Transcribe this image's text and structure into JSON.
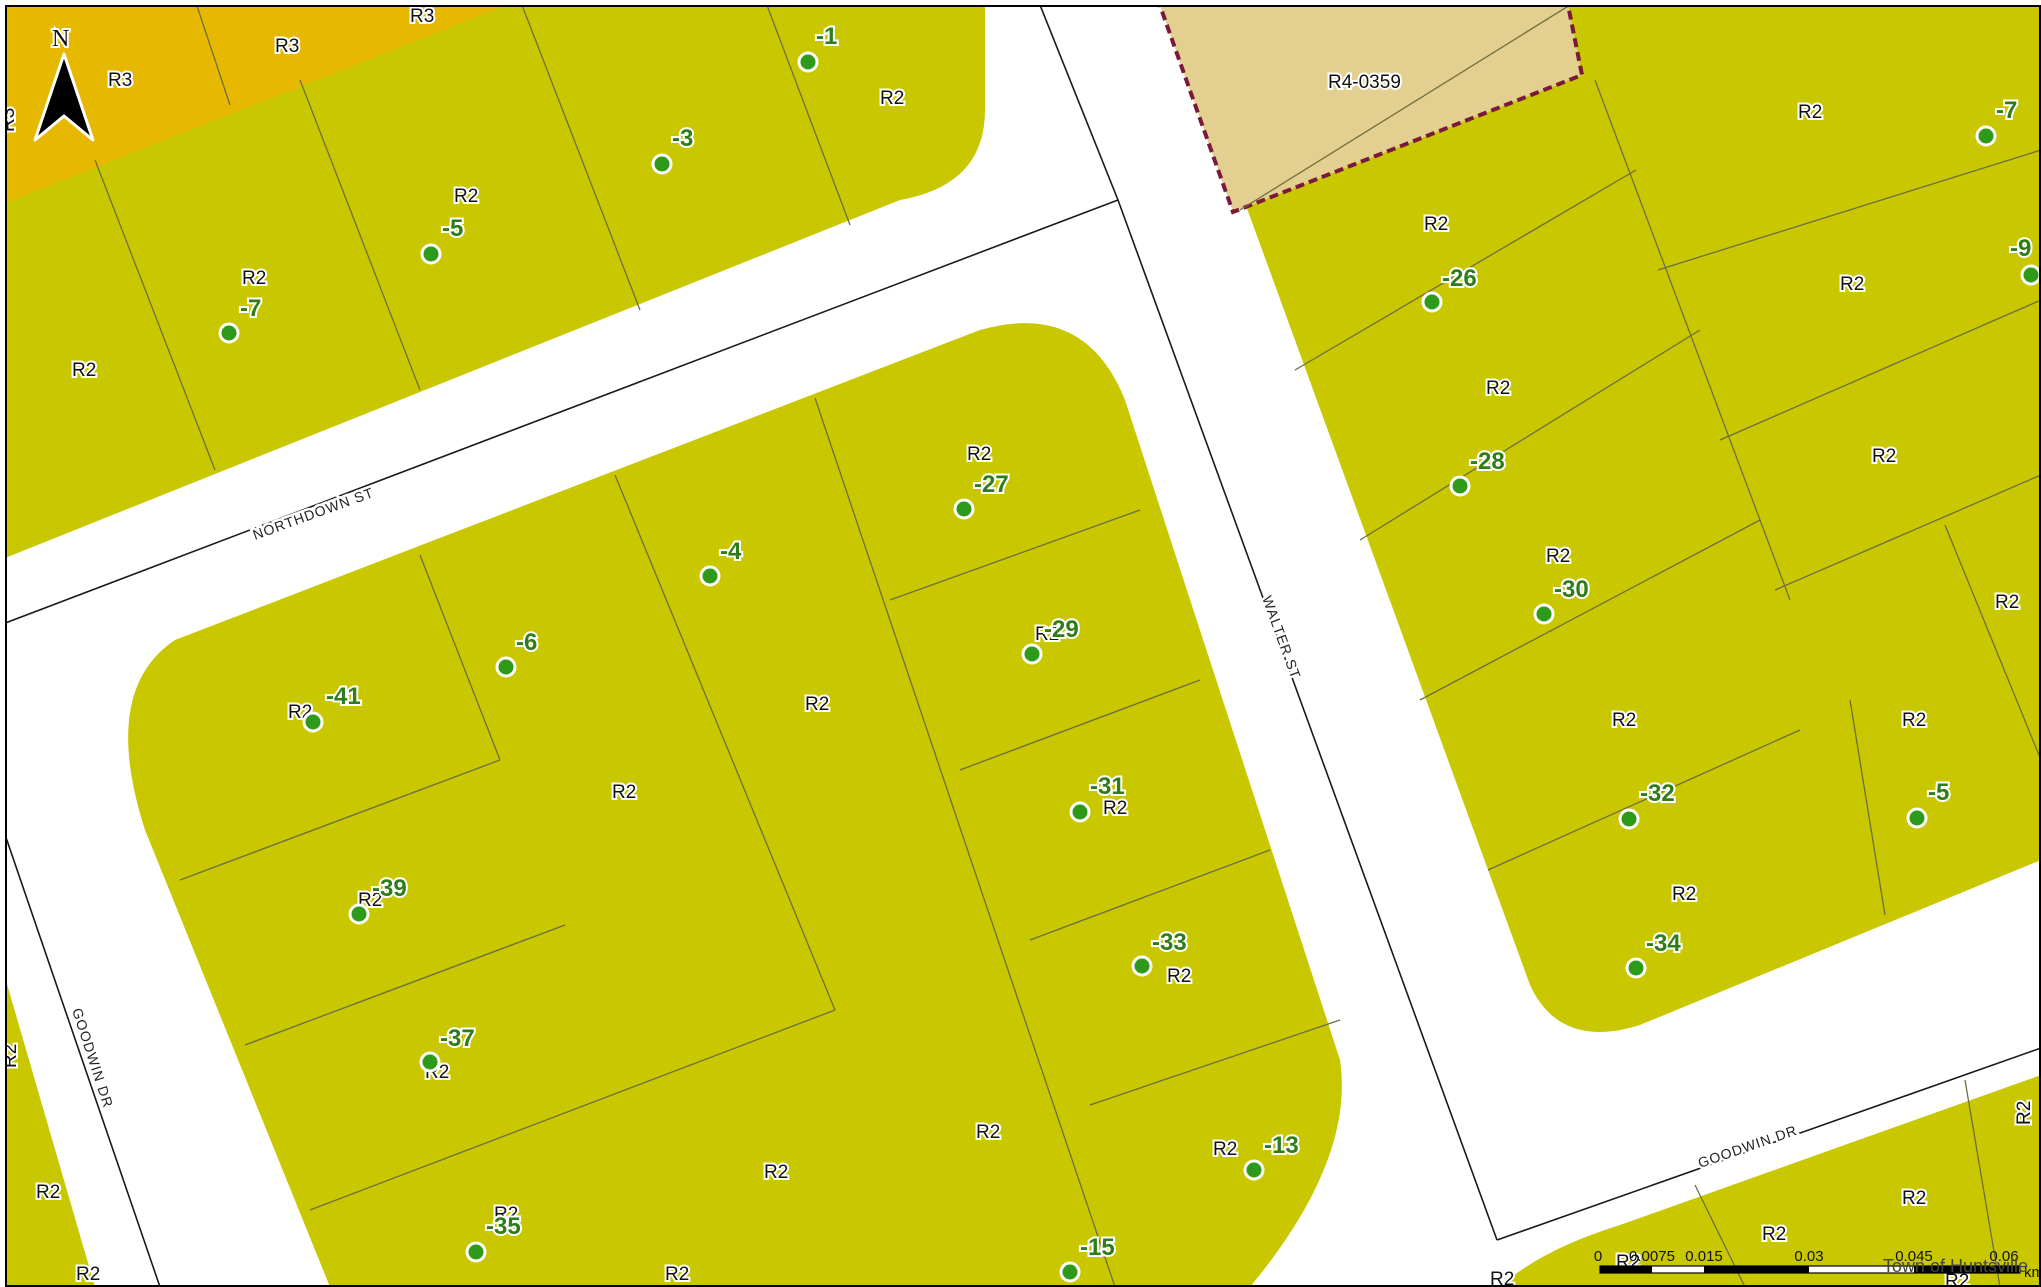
{
  "map": {
    "north_label": "N",
    "zone_colors": {
      "R2": "#c9c700",
      "R3": "#e6b800",
      "R4": "#e3cf8f"
    },
    "highlight_parcel_label": "R4-0359",
    "streets": {
      "northdown": "NORTHDOWN ST",
      "walter": "WALTER ST",
      "goodwin_west": "GOODWIN DR",
      "goodwin_east": "GOODWIN DR"
    },
    "zone_labels": [
      "R3",
      "R3",
      "R3",
      "R3",
      "R2",
      "R2",
      "R2",
      "R2",
      "R2",
      "R2",
      "R2",
      "R2",
      "R2",
      "R2",
      "R2",
      "R2",
      "R2",
      "R2",
      "R2",
      "R2",
      "R2",
      "R2",
      "R2",
      "R2",
      "R2",
      "R2",
      "R2",
      "R2",
      "R2",
      "R2",
      "R2",
      "R2",
      "R2",
      "R2",
      "R2",
      "R2",
      "R2",
      "R2",
      "R2",
      "R2",
      "R2"
    ],
    "address_numbers": [
      "-1",
      "-3",
      "-5",
      "-7",
      "-7",
      "-9",
      "-26",
      "-28",
      "-30",
      "-32",
      "-34",
      "-5",
      "-27",
      "-4",
      "-29",
      "-6",
      "-41",
      "-31",
      "-39",
      "-33",
      "-37",
      "-13",
      "-35",
      "-15"
    ],
    "scale_bar": {
      "ticks": [
        "0",
        "0.0075",
        "0.015",
        "0.03",
        "0.045",
        "0.06"
      ],
      "unit": "km"
    },
    "credit": "Town of Huntsville"
  }
}
